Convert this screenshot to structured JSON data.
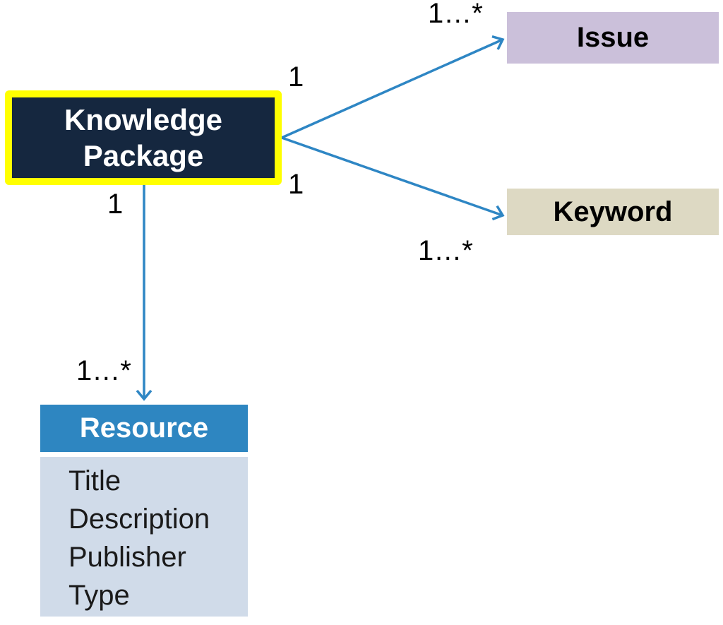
{
  "diagram_type": "uml-class-diagram",
  "colors": {
    "background": "#FFFFFF",
    "arrow": "#2E86C4",
    "knowledge_package_fill": "#15273F",
    "knowledge_package_border": "#FFFF00",
    "knowledge_package_text": "#FFFFFF",
    "issue_fill": "#CBC0DA",
    "keyword_fill": "#DDD9C3",
    "resource_header_fill": "#2E86C1",
    "resource_body_fill": "#D0DBE9",
    "entity_text": "#000000"
  },
  "entities": {
    "knowledge_package": {
      "label": "Knowledge Package"
    },
    "issue": {
      "label": "Issue"
    },
    "keyword": {
      "label": "Keyword"
    },
    "resource": {
      "label": "Resource",
      "attributes": [
        "Title",
        "Description",
        "Publisher",
        "Type"
      ]
    }
  },
  "relations": [
    {
      "from": "Knowledge Package",
      "to": "Issue",
      "source_multiplicity": "1",
      "target_multiplicity": "1…*"
    },
    {
      "from": "Knowledge Package",
      "to": "Keyword",
      "source_multiplicity": "1",
      "target_multiplicity": "1…*"
    },
    {
      "from": "Knowledge Package",
      "to": "Resource",
      "source_multiplicity": "1",
      "target_multiplicity": "1…*"
    }
  ]
}
